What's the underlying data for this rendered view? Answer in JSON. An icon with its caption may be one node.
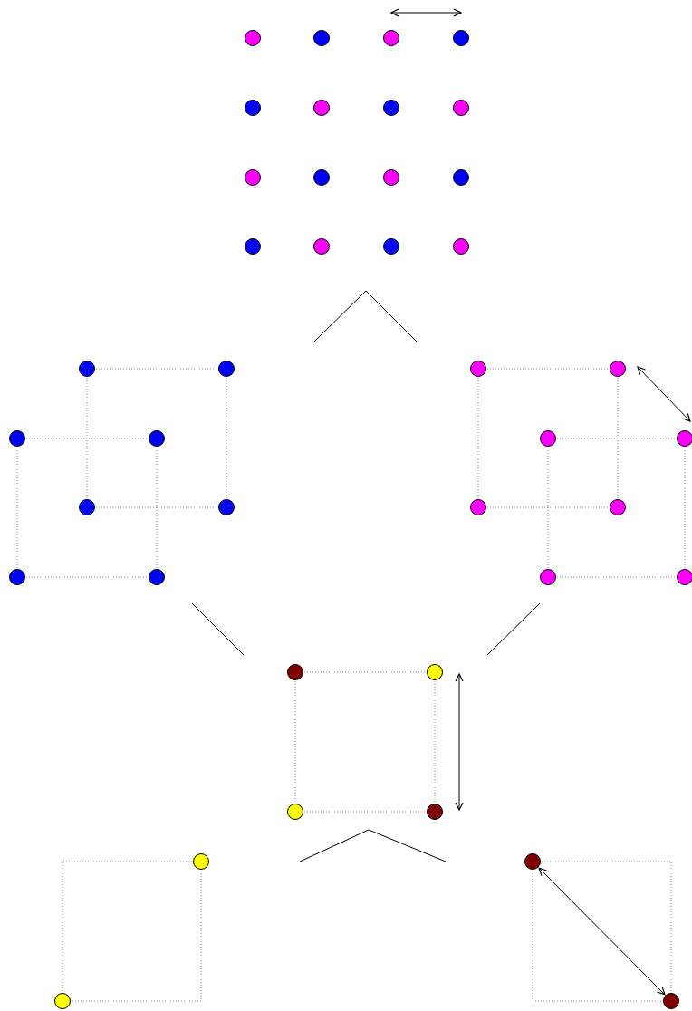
{
  "diagram": {
    "nodes": [
      {
        "text": [],
        "shape": "circle"
      },
      {
        "text": [],
        "shape": "circle"
      },
      {
        "text": [],
        "shape": "circle"
      },
      {
        "text": [],
        "shape": "circle"
      },
      {
        "text": [],
        "shape": "circle"
      },
      {
        "text": [],
        "shape": "circle"
      },
      {
        "text": [],
        "shape": "circle"
      },
      {
        "text": [],
        "shape": "circle"
      },
      {
        "text": [],
        "shape": "circle"
      },
      {
        "text": [],
        "shape": "circle"
      },
      {
        "text": [],
        "shape": "circle"
      },
      {
        "text": [],
        "shape": "circle"
      },
      {
        "text": [],
        "shape": "circle"
      },
      {
        "text": [],
        "shape": "circle"
      },
      {
        "text": [],
        "shape": "circle"
      },
      {
        "text": [],
        "shape": "circle"
      },
      {
        "text": [],
        "shape": "circle"
      },
      {
        "text": [],
        "shape": "circle"
      },
      {
        "text": [],
        "shape": "circle"
      },
      {
        "text": [],
        "shape": "circle"
      },
      {
        "text": [],
        "shape": "circle"
      },
      {
        "text": [],
        "shape": "circle"
      },
      {
        "text": [],
        "shape": "circle"
      },
      {
        "text": [],
        "shape": "circle"
      },
      {
        "text": [],
        "shape": "circle"
      },
      {
        "text": [],
        "shape": "circle"
      },
      {
        "text": [],
        "shape": "circle"
      },
      {
        "text": [],
        "shape": "circle"
      },
      {
        "text": [],
        "shape": "circle"
      },
      {
        "text": [],
        "shape": "circle"
      },
      {
        "text": [],
        "shape": "circle"
      },
      {
        "text": [],
        "shape": "circle"
      },
      {
        "text": [],
        "shape": "circle"
      },
      {
        "text": [],
        "shape": "circle"
      },
      {
        "text": [],
        "shape": "circle"
      },
      {
        "text": [],
        "shape": "circle"
      },
      {
        "text": [],
        "shape": "circle"
      },
      {
        "text": [],
        "shape": "circle"
      },
      {
        "text": [],
        "shape": "circle"
      },
      {
        "text": [],
        "shape": "circle"
      }
    ],
    "edges": [
      {
        "from": 16,
        "to": 17,
        "arrow": "none",
        "style": "dashed"
      },
      {
        "from": 16,
        "to": 20,
        "arrow": "none",
        "style": "dashed"
      },
      {
        "from": 17,
        "to": 21,
        "arrow": "none",
        "style": "dashed"
      },
      {
        "from": 20,
        "to": 21,
        "arrow": "none",
        "style": "dashed"
      },
      {
        "from": 18,
        "to": 19,
        "arrow": "none",
        "style": "dashed"
      },
      {
        "from": 18,
        "to": 22,
        "arrow": "none",
        "style": "dashed"
      },
      {
        "from": 19,
        "to": 23,
        "arrow": "none",
        "style": "dashed"
      },
      {
        "from": 22,
        "to": 23,
        "arrow": "none",
        "style": "dashed"
      },
      {
        "from": 24,
        "to": 25,
        "arrow": "none",
        "style": "dashed"
      },
      {
        "from": 24,
        "to": 28,
        "arrow": "none",
        "style": "dashed"
      },
      {
        "from": 25,
        "to": 29,
        "arrow": "none",
        "style": "dashed"
      },
      {
        "from": 28,
        "to": 29,
        "arrow": "none",
        "style": "dashed"
      },
      {
        "from": 26,
        "to": 27,
        "arrow": "none",
        "style": "dashed"
      },
      {
        "from": 26,
        "to": 30,
        "arrow": "none",
        "style": "dashed"
      },
      {
        "from": 27,
        "to": 31,
        "arrow": "none",
        "style": "dashed"
      },
      {
        "from": 30,
        "to": 31,
        "arrow": "none",
        "style": "dashed"
      },
      {
        "from": 32,
        "to": 33,
        "arrow": "none",
        "style": "dashed"
      },
      {
        "from": 32,
        "to": 34,
        "arrow": "none",
        "style": "dashed"
      },
      {
        "from": 33,
        "to": 35,
        "arrow": "none",
        "style": "dashed"
      },
      {
        "from": 34,
        "to": 35,
        "arrow": "none",
        "style": "dashed"
      },
      {
        "from": 36,
        "to": 37,
        "arrow": "none",
        "style": "dashed"
      },
      {
        "from": 36,
        "to": 37,
        "arrow": "none",
        "style": "dashed"
      },
      {
        "from": 38,
        "to": 39,
        "arrow": "none",
        "style": "dashed"
      },
      {
        "from": 38,
        "to": 39,
        "arrow": "none",
        "style": "dashed"
      },
      {
        "from": 38,
        "to": 39,
        "arrow": "both",
        "color": "#000000"
      },
      {
        "from": 2,
        "to": 3,
        "arrow": "both",
        "color": "#000000"
      },
      {
        "from": 25,
        "to": 27,
        "arrow": "both",
        "color": "#000000"
      },
      {
        "from": 33,
        "to": 35,
        "arrow": "both",
        "color": "#000000"
      }
    ]
  }
}
